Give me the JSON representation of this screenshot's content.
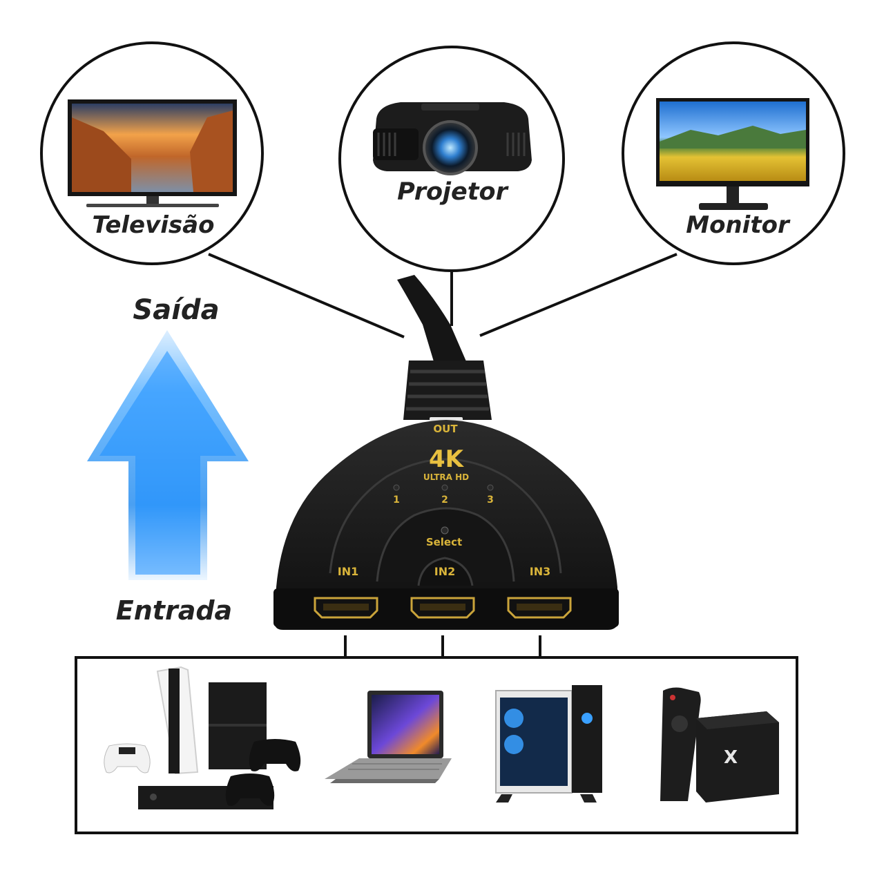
{
  "outputs": {
    "tv_label": "Televisão",
    "projector_label": "Projetor",
    "monitor_label": "Monitor"
  },
  "flow": {
    "output_label": "Saída",
    "input_label": "Entrada"
  },
  "switch_device": {
    "out_label": "OUT",
    "badge_main": "4K",
    "badge_sub": "ULTRA HD",
    "led_1": "1",
    "led_2": "2",
    "led_3": "3",
    "select_label": "Select",
    "in1_label": "IN1",
    "in2_label": "IN2",
    "in3_label": "IN3"
  },
  "sources": {
    "tv_box_logo": "X"
  },
  "colors": {
    "arrow_blue": "#1e90ff",
    "label_gold": "#d9b43a",
    "device_black": "#1a1a1a"
  }
}
